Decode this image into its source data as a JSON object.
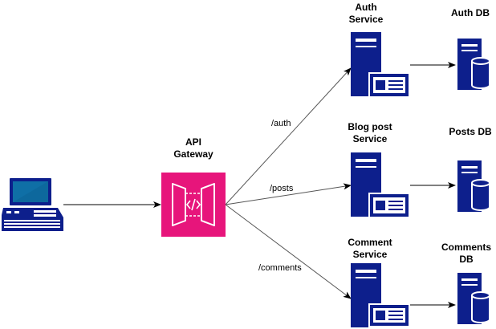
{
  "colors": {
    "server": "#0d1f8c",
    "gateway": "#e7157b",
    "edge": "#555555",
    "arrow": "#000000",
    "computer_screen": "#0f6fa6",
    "computer_body": "#0d1f8c"
  },
  "nodes": {
    "client": {
      "icon": "computer-icon"
    },
    "gateway": {
      "label": "API\nGateway",
      "icon": "api-gateway-icon"
    },
    "auth_service": {
      "label": "Auth\nService",
      "icon": "server-icon"
    },
    "blog_service": {
      "label": "Blog post\nService",
      "icon": "server-icon"
    },
    "comment_service": {
      "label": "Comment\nService",
      "icon": "server-icon"
    },
    "auth_db": {
      "label": "Auth DB",
      "icon": "database-server-icon"
    },
    "posts_db": {
      "label": "Posts DB",
      "icon": "database-server-icon"
    },
    "comments_db": {
      "label": "Comments\nDB",
      "icon": "database-server-icon"
    }
  },
  "edges": {
    "auth": {
      "label": "/auth"
    },
    "posts": {
      "label": "/posts"
    },
    "comments": {
      "label": "/comments"
    }
  }
}
